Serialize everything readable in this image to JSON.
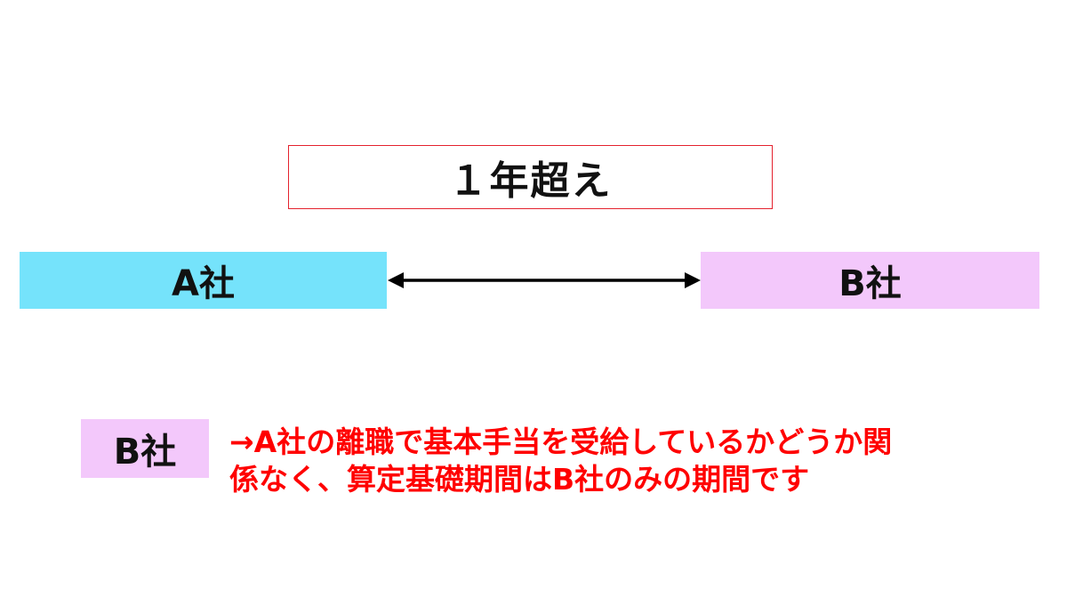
{
  "diagram": {
    "period_label": "１年超え",
    "company_a": "A社",
    "company_b": "B社"
  },
  "note": {
    "label": "B社",
    "line1": "→A社の離職で基本手当を受給しているかどうか関",
    "line2": "係なく、算定基礎期間はB社のみの期間です"
  },
  "colors": {
    "company_a_fill": "#75e3fb",
    "company_b_fill": "#f3c8fb",
    "period_border": "#e4222e",
    "note_text": "#ff0000"
  }
}
